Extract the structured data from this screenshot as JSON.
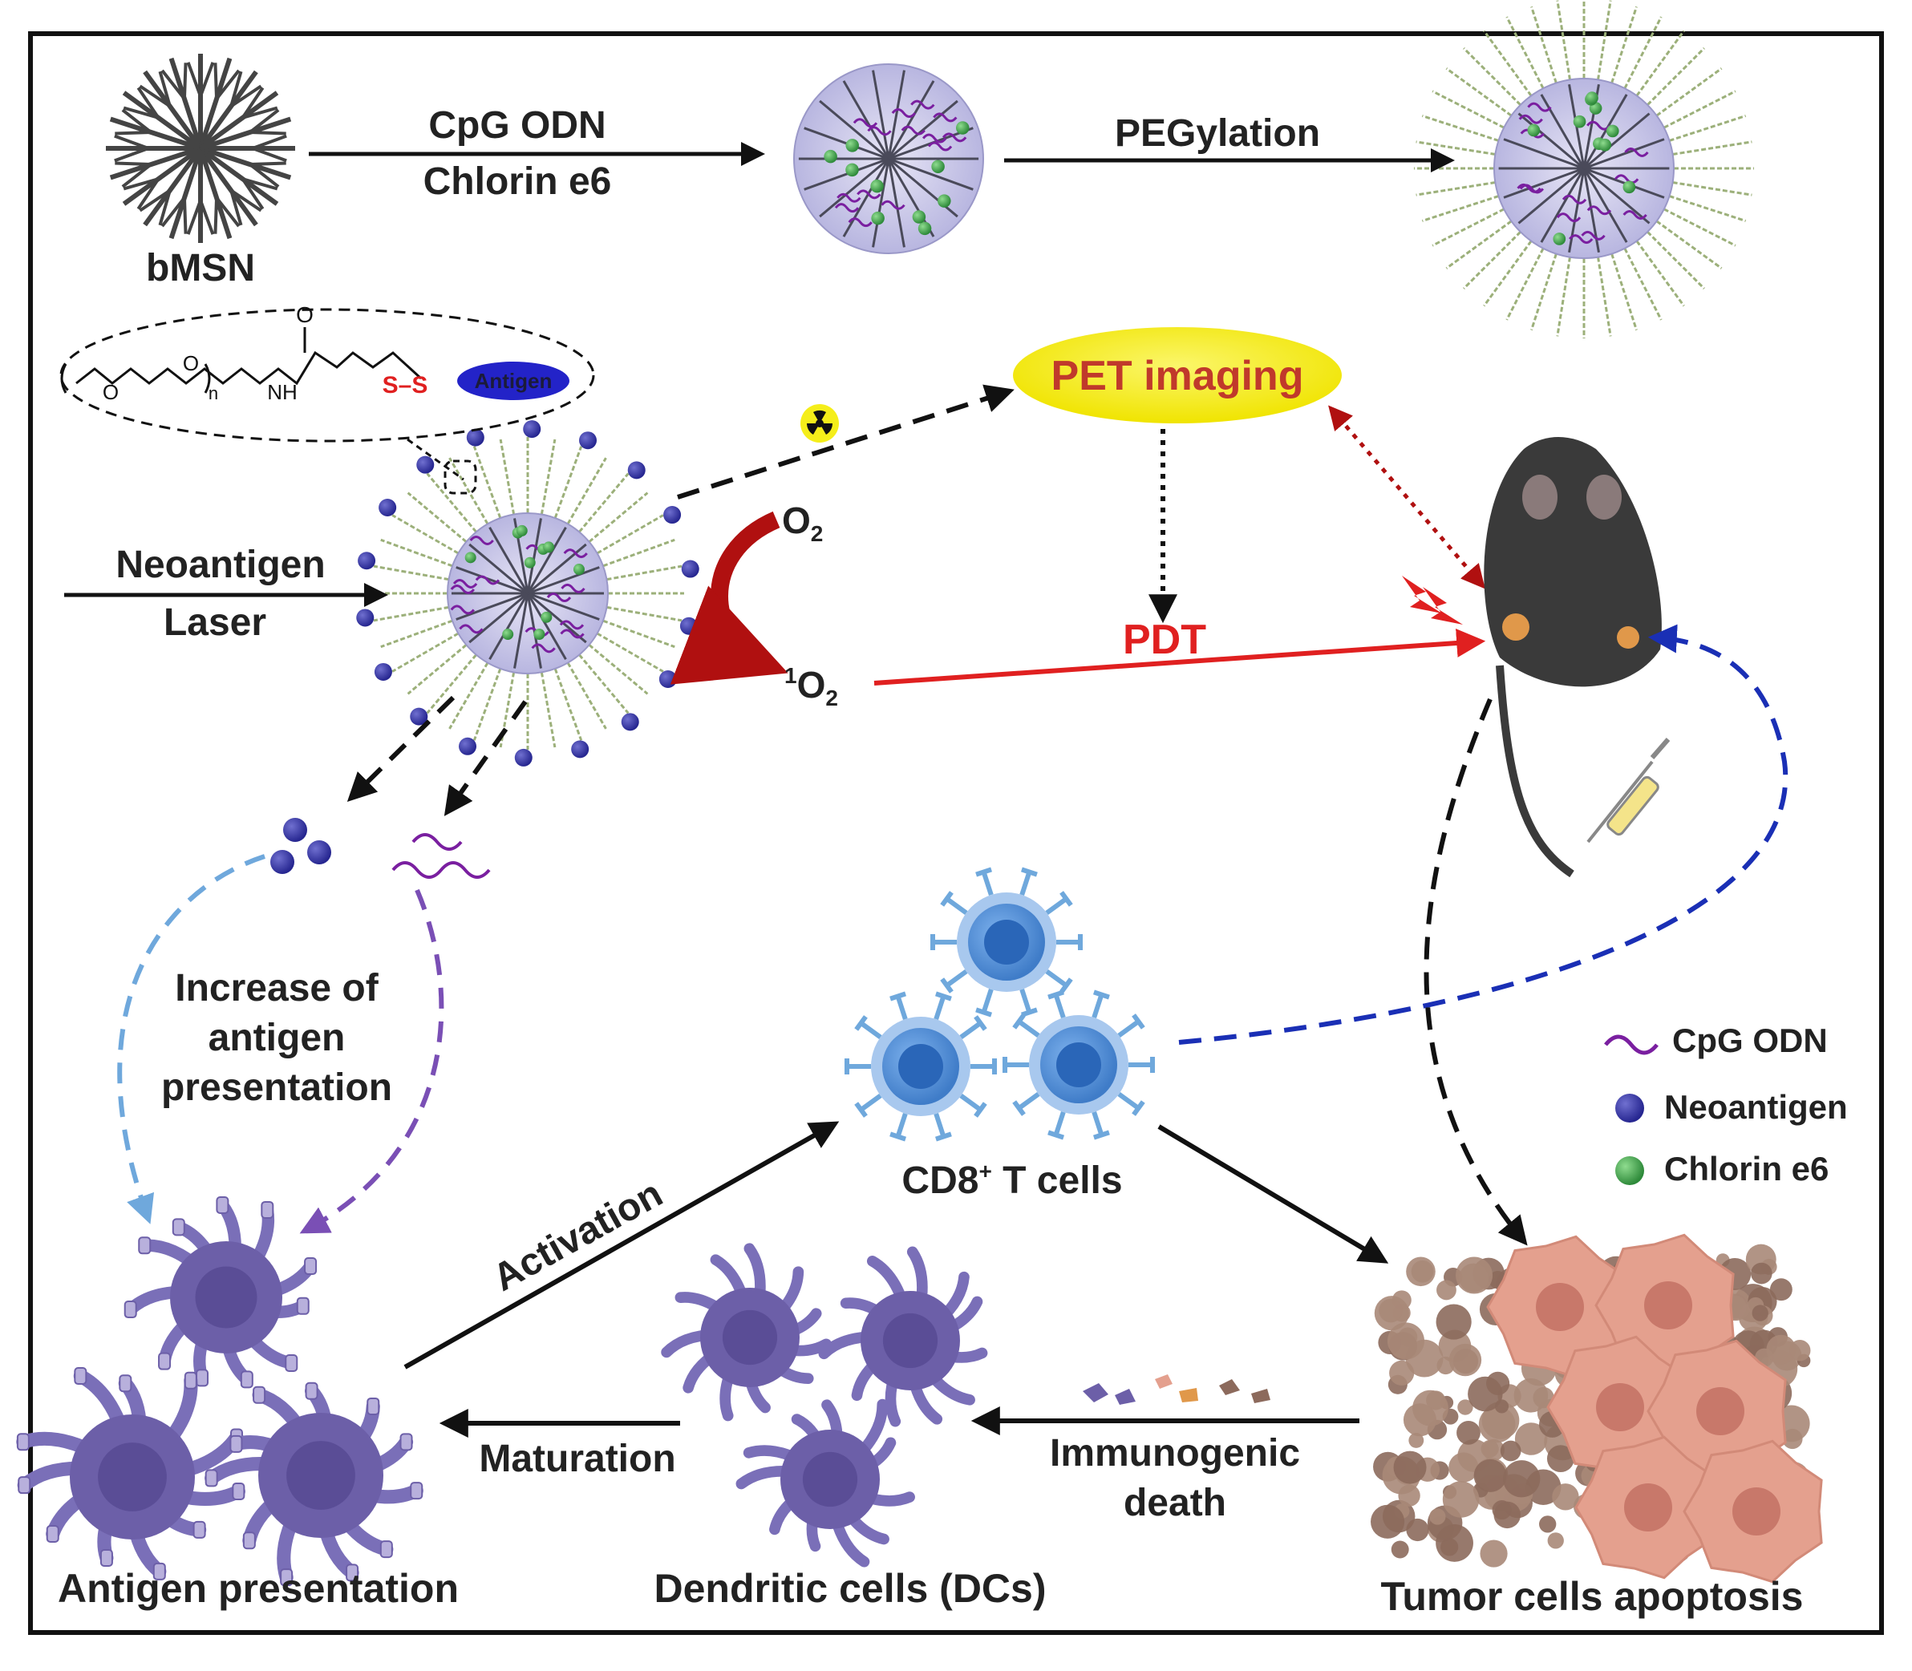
{
  "labels": {
    "bmsn": "bMSN",
    "load_line1": "CpG ODN",
    "load_line2": "Chlorin e6",
    "pegylation": "PEGylation",
    "antigen_tag": "Antigen",
    "struct_o_top": "O",
    "struct_o1": "O",
    "struct_o2": "O",
    "struct_n": "n",
    "struct_nh": "NH",
    "struct_ss": "S–S",
    "neo_line1": "Neoantigen",
    "neo_line2": "Laser",
    "pet": "PET imaging",
    "o2": "O",
    "o2_sub": "2",
    "singlet_sup": "1",
    "singlet": "O",
    "singlet_sub": "2",
    "pdt": "PDT",
    "inc_line1": "Increase of",
    "inc_line2": "antigen",
    "inc_line3": "presentation",
    "cd8": "CD8",
    "cd8_sup": "+",
    "cd8_rest": " T cells",
    "activation": "Activation",
    "maturation": "Maturation",
    "immuno_line1": "Immunogenic",
    "immuno_line2": "death",
    "antigen_presentation": "Antigen presentation",
    "dcs": "Dendritic cells (DCs)",
    "tumor": "Tumor cells apoptosis"
  },
  "legend": [
    {
      "label": "CpG ODN",
      "icon": "cpg-wave-icon"
    },
    {
      "label": "Neoantigen",
      "icon": "neoantigen-dot-icon"
    },
    {
      "label": "Chlorin e6",
      "icon": "chlorin-dot-icon"
    }
  ],
  "colors": {
    "arrow": "#111111",
    "pdt_red": "#e02020",
    "dark_red": "#b01010",
    "pet_yellow": "#f5ee1a",
    "pet_text": "#c0392b",
    "light_blue": "#6fa8dc",
    "purple": "#7a4fb5",
    "navy": "#1a2fb5",
    "dc_purple": "#6c5fa8",
    "tcell_blue": "#4a86d0",
    "tumor_pink": "#e4a08e",
    "tumor_brown": "#8c6a5c",
    "neo_dot": "#3a3aa0",
    "chlorin_green": "#3ea24a",
    "cpg_purple": "#7a1fa0",
    "mouse": "#3a3a3a"
  }
}
